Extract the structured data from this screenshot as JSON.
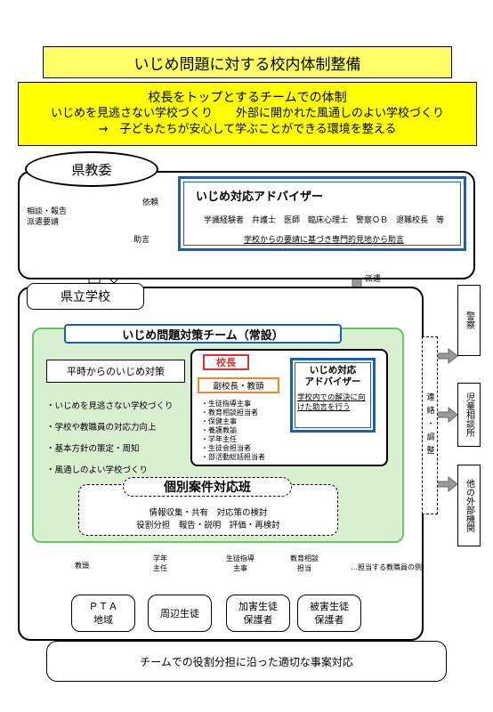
{
  "title": "いじめ問題に対する校内体制整備",
  "banner": {
    "line1": "校長をトップとするチームでの体制",
    "line2": "いじめを見逃さない学校づくり　　外部に開かれた風通しのよい学校づくり",
    "line3": "→　子どもたちが安心して学ぶことができる環境を整える"
  },
  "kenkyoi": "県教委",
  "labels": {
    "sodan": "相談・報告",
    "haken": "派遣要請",
    "irai": "依頼",
    "jogen": "助言",
    "hakenV": "派遣"
  },
  "advisor": {
    "title": "いじめ対応アドバイザー",
    "members": "学識経験者　弁護士　医師　臨床心理士　警察ＯＢ　退職校長　等",
    "role": "学校からの要請に基づき専門的見地から助言"
  },
  "kenritsu": "県立学校",
  "team": {
    "title": "いじめ問題対策チーム（常設）",
    "heiji": "平時からのいじめ対策",
    "items": [
      "・いじめを見逃さない学校づくり",
      "・学校や教職員の対応力向上",
      "・基本方針の策定・周知",
      "・風通しのよい学校づくり"
    ]
  },
  "inner": {
    "kocho": "校長",
    "fuku": "副校長・教頭",
    "members": [
      "・生徒指導主事",
      "・教育相談担当者",
      "・保健主事",
      "・養護教諭",
      "・学年主任",
      "・生徒会担当者",
      "・部活動総括担当者"
    ]
  },
  "iadv": {
    "title1": "いじめ対応",
    "title2": "アドバイザー",
    "desc": "学校内での解決に向けた助言を行う"
  },
  "kobetsu": {
    "title": "個別案件対応班",
    "line1": "情報収集・共有　対応策の検討",
    "line2": "役割分担　報告・説明　評価・再検討"
  },
  "renkei": "連絡・調整",
  "side": {
    "keisatsu": "警察",
    "jido": "児童相談所",
    "gaibu": "他の外部機関"
  },
  "roles": {
    "r1": "教頭",
    "r2a": "学年",
    "r2b": "主任",
    "r3a": "生徒指導",
    "r3b": "主事",
    "r4a": "教育相談",
    "r4b": "担当",
    "note": "…担当する教職員の例"
  },
  "bottom": [
    {
      "l1": "ＰＴＡ",
      "l2": "地域"
    },
    {
      "l1": "周辺生徒",
      "l2": ""
    },
    {
      "l1": "加害生徒",
      "l2": "保護者"
    },
    {
      "l1": "被害生徒",
      "l2": "保護者"
    }
  ],
  "footer": "チームでの役割分担に沿った適切な事案対応"
}
